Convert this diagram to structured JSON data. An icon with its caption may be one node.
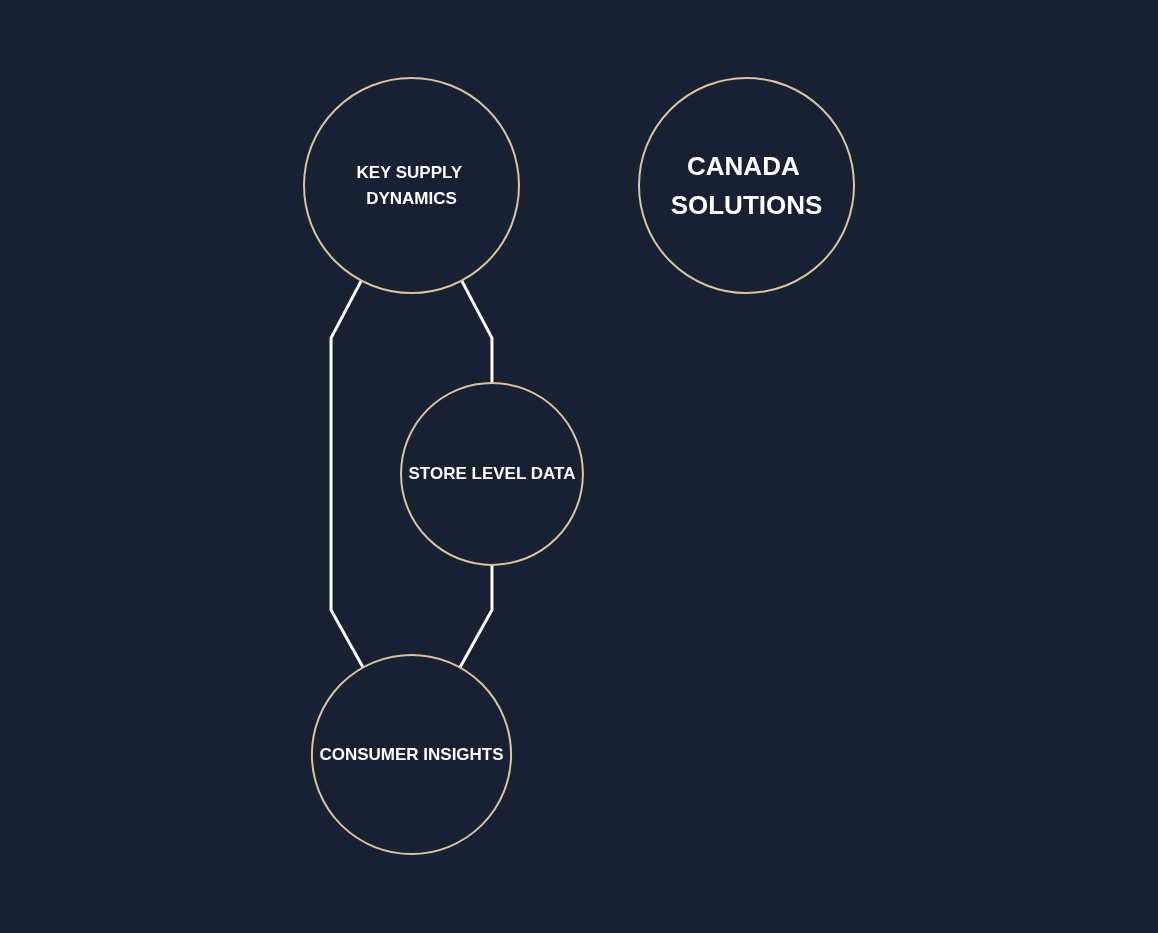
{
  "diagram": {
    "nodes": [
      {
        "text": [
          "KEY SUPPLY DYNAMICS"
        ]
      },
      {
        "text": [
          "CANADA SOLUTIONS"
        ]
      },
      {
        "text": [
          "STORE LEVEL DATA"
        ]
      },
      {
        "text": [
          "CONSUMER INSIGHTS"
        ]
      }
    ],
    "edges": [
      {
        "from": 0,
        "to": 2,
        "arrow": "none"
      },
      {
        "from": 0,
        "to": 3,
        "arrow": "none"
      },
      {
        "from": 2,
        "to": 3,
        "arrow": "none"
      }
    ]
  }
}
